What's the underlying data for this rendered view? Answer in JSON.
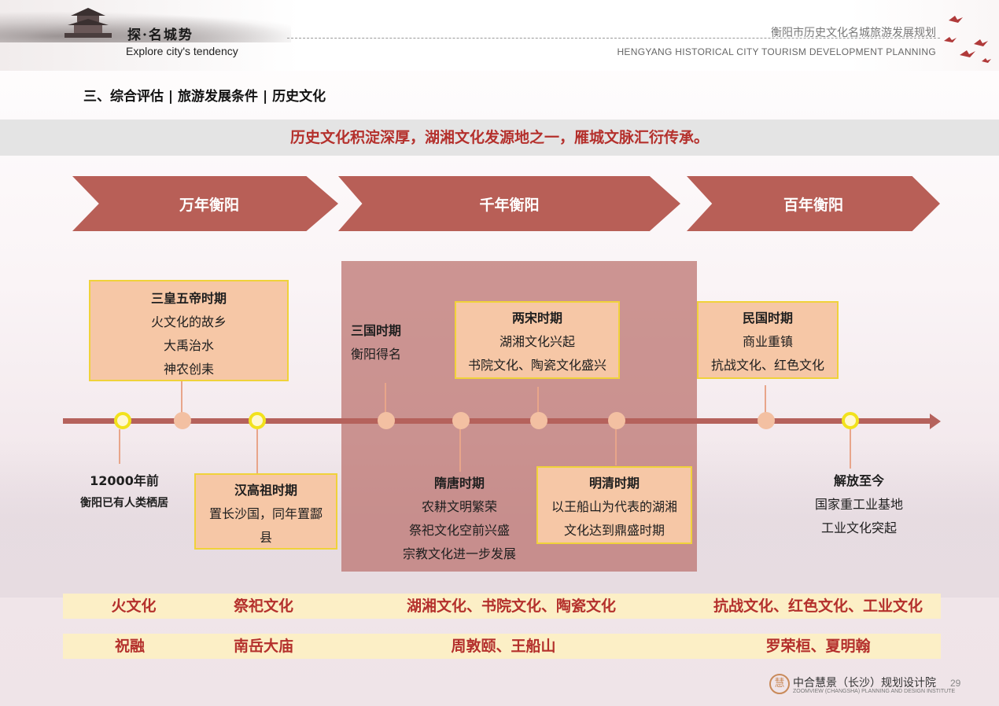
{
  "header": {
    "brand_cn": "探·名城势",
    "brand_en": "Explore city's tendency",
    "doc_title_cn": "衡阳市历史文化名城旅游发展规划",
    "doc_title_en": "HENGYANG HISTORICAL  CITY TOURISM DEVELOPMENT PLANNING"
  },
  "section_title": "三、综合评估 | 旅游发展条件 | 历史文化",
  "thesis": "历史文化积淀深厚，湖湘文化发源地之一，雁城文脉汇衍传承。",
  "eras": [
    "万年衡阳",
    "千年衡阳",
    "百年衡阳"
  ],
  "events": {
    "sanhuang": {
      "title": "三皇五帝时期",
      "lines": [
        "火文化的故乡",
        "大禹治水",
        "神农创耒"
      ]
    },
    "prehistory": {
      "title": "12000年前",
      "lines": [
        "衡阳已有人类栖居"
      ]
    },
    "han": {
      "title": "汉高祖时期",
      "lines": [
        "置长沙国，同年置酃",
        "县"
      ]
    },
    "sanguo": {
      "title": "三国时期",
      "lines": [
        "衡阳得名"
      ]
    },
    "suitang": {
      "title": "隋唐时期",
      "lines": [
        "农耕文明繁荣",
        "祭祀文化空前兴盛",
        "宗教文化进一步发展"
      ]
    },
    "liangsong": {
      "title": "两宋时期",
      "lines": [
        "湖湘文化兴起",
        "书院文化、陶瓷文化盛兴"
      ]
    },
    "mingqing": {
      "title": "明清时期",
      "lines": [
        "以王船山为代表的湖湘",
        "文化达到鼎盛时期"
      ]
    },
    "minguo": {
      "title": "民国时期",
      "lines": [
        "商业重镇",
        "抗战文化、红色文化"
      ]
    },
    "liberation": {
      "title": "解放至今",
      "lines": [
        "国家重工业基地",
        "工业文化突起"
      ]
    }
  },
  "culture_row": [
    "火文化",
    "祭祀文化",
    "湖湘文化、书院文化、陶瓷文化",
    "抗战文化、红色文化、工业文化"
  ],
  "figure_row": [
    "祝融",
    "南岳大庙",
    "周敦颐、王船山",
    "罗荣桓、夏明翰"
  ],
  "footer": {
    "logo_glyph": "慧",
    "org_name": "中合慧景（长沙）规划设计院",
    "org_en": "ZOOMVIEW (CHANGSHA) PLANNING AND DESIGN INSTITUTE",
    "page_number": "29"
  },
  "colors": {
    "accent_red": "#b4302c",
    "chevron": "#b85f57",
    "card": "#f6c7a6",
    "card_border": "#f0d23a",
    "row_bg": "#fcefc6"
  }
}
